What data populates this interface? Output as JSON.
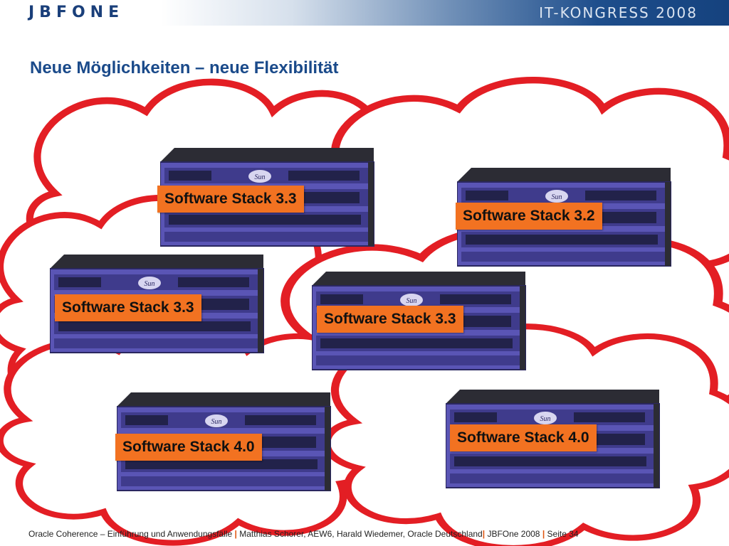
{
  "header": {
    "logo": "JBFONE",
    "event": "IT-KONGRESS 2008"
  },
  "title": "Neue Möglichkeiten – neue Flexibilität",
  "servers": [
    {
      "label": "Software Stack 3.3",
      "server_logo": "Sun"
    },
    {
      "label": "Software Stack 3.2",
      "server_logo": "Sun"
    },
    {
      "label": "Software Stack 3.3",
      "server_logo": "Sun"
    },
    {
      "label": "Software Stack 3.3",
      "server_logo": "Sun"
    },
    {
      "label": "Software Stack 4.0",
      "server_logo": "Sun"
    },
    {
      "label": "Software Stack 4.0",
      "server_logo": "Sun"
    }
  ],
  "footer": {
    "part1": "Oracle Coherence – Einführung und Anwendungsfälle",
    "part2": "Matthias Schorer, AEW6, Harald Wiedemer, Oracle Deutschland",
    "part3": "JBFOne 2008",
    "part4": "Seite 34",
    "separator": "|"
  },
  "colors": {
    "accent": "#f27221",
    "cloud": "#e31e24",
    "title": "#1a4a8a",
    "server": "#5a55b5"
  }
}
